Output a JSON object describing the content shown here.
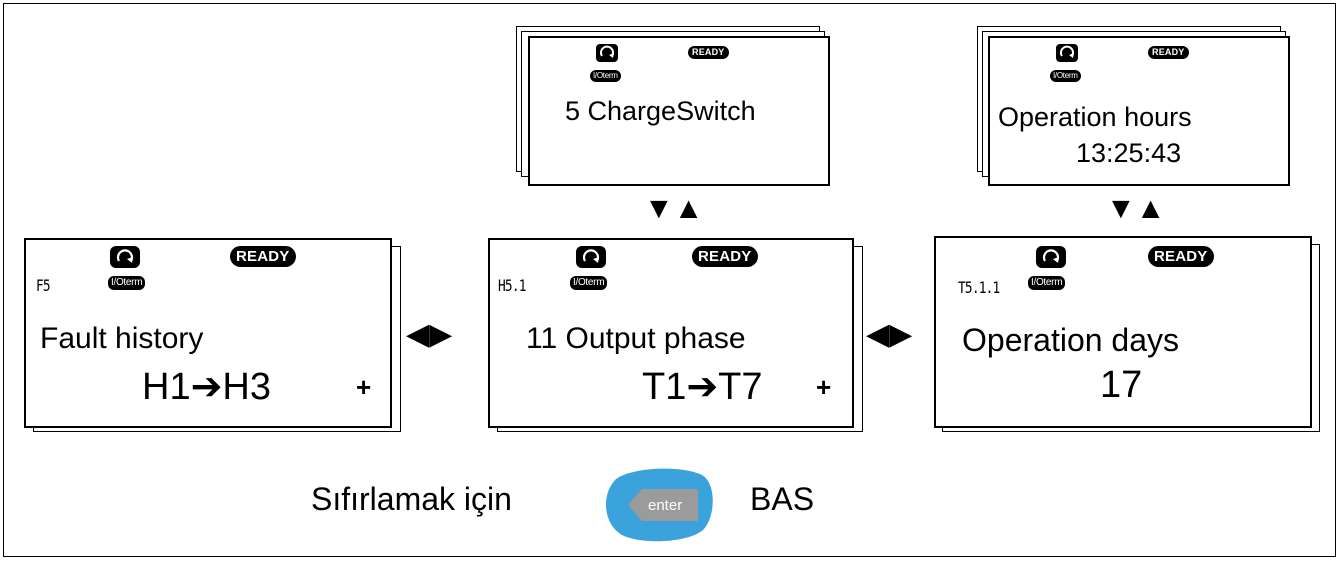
{
  "panels": {
    "fault_history": {
      "code": "F5",
      "status": "READY",
      "io": "I/Oterm",
      "title": "Fault history",
      "range": "H1➔H3",
      "plus": "+"
    },
    "output_phase": {
      "code": "H5.1",
      "status": "READY",
      "io": "I/Oterm",
      "title": "11 Output phase",
      "range": "T1➔T7",
      "plus": "+"
    },
    "operation_days": {
      "code": "T5.1.1",
      "status": "READY",
      "io": "I/Oterm",
      "title": "Operation days",
      "value": "17"
    },
    "charge_switch": {
      "status": "READY",
      "io": "I/Oterm",
      "title": "5 ChargeSwitch"
    },
    "operation_hours": {
      "status": "READY",
      "io": "I/Oterm",
      "title": "Operation hours",
      "value": "13:25:43"
    }
  },
  "arrows": {
    "left_right": "◀▶",
    "down_up": "▼▲"
  },
  "footer": {
    "text": "Sıfırlamak için",
    "key_label": "enter",
    "action": "BAS"
  },
  "colors": {
    "enter_key_blob": "#3aa3dc",
    "enter_key_body": "#9b9b9b"
  }
}
